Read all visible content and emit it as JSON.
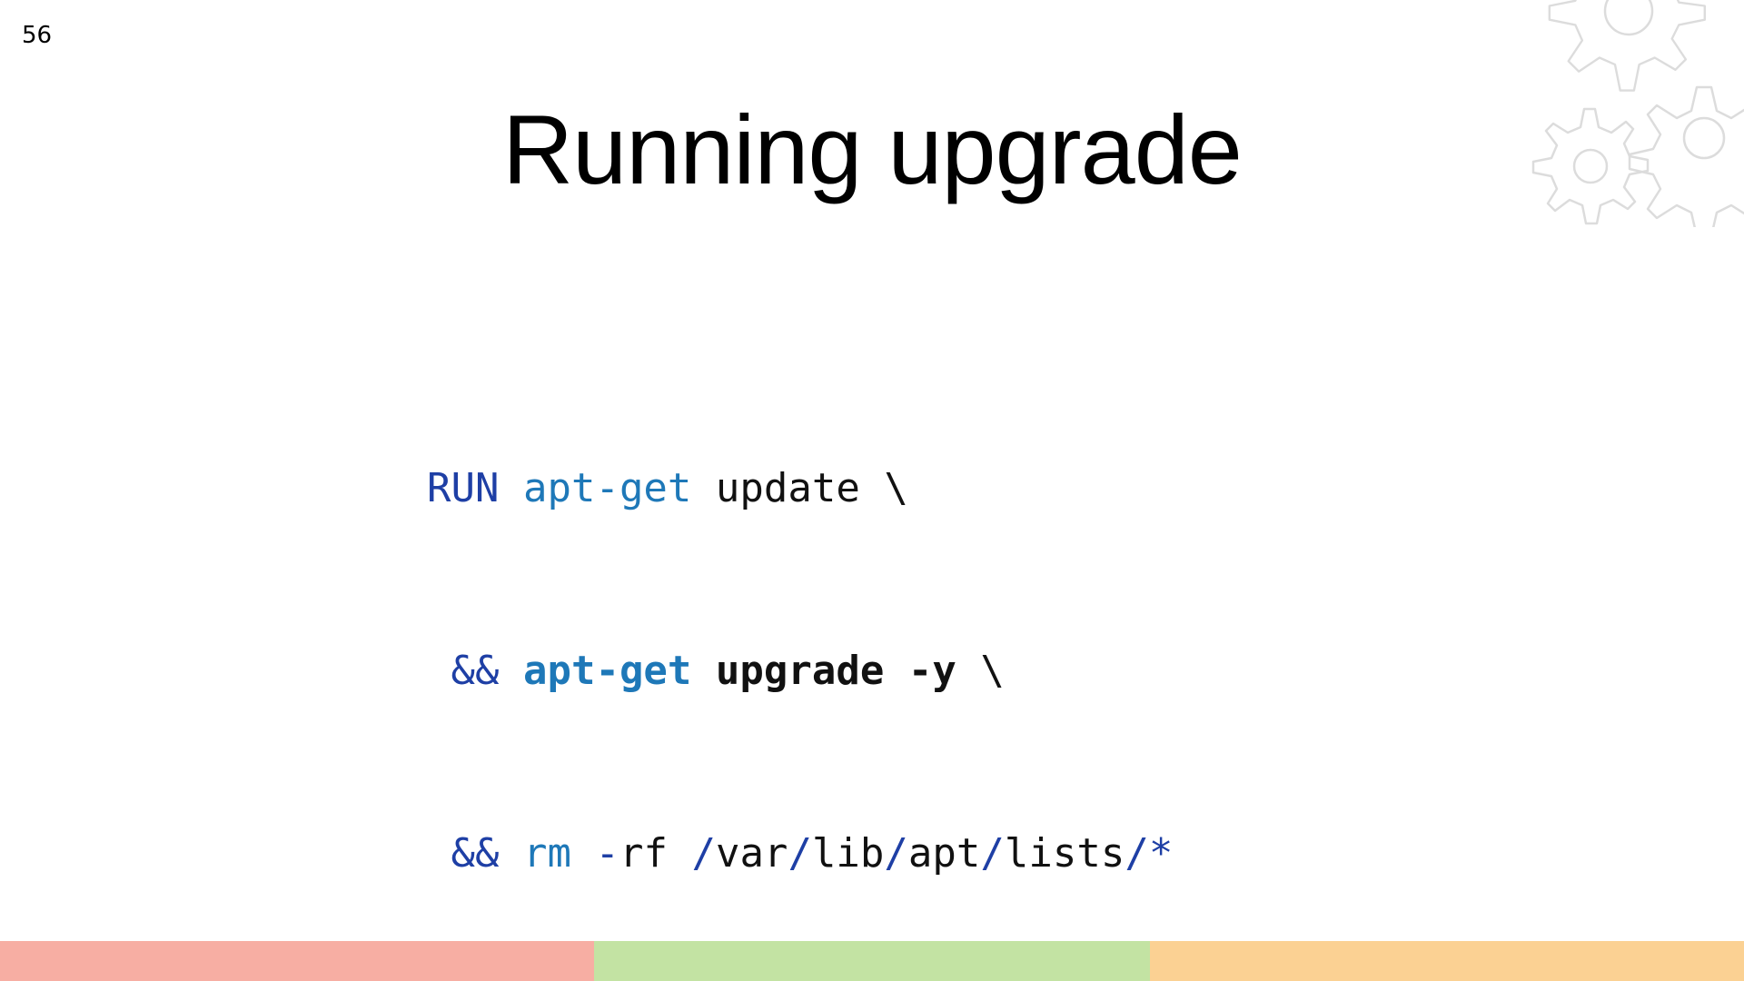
{
  "slide": {
    "number": "56",
    "title": "Running upgrade"
  },
  "code": {
    "line1": {
      "kw": "RUN",
      "cmd": "apt-get",
      "arg": "update",
      "cont": "\\"
    },
    "line2": {
      "op": "&&",
      "cmd": "apt-get",
      "arg": "upgrade -y",
      "cont": "\\"
    },
    "line3": {
      "op": "&&",
      "cmd": "rm",
      "flag_dash": "-",
      "flag": "rf",
      "path": [
        {
          "sep": "/",
          "seg": "var"
        },
        {
          "sep": "/",
          "seg": "lib"
        },
        {
          "sep": "/",
          "seg": "apt"
        },
        {
          "sep": "/",
          "seg": "lists"
        },
        {
          "sep": "/",
          "seg": "*"
        }
      ]
    }
  },
  "colors": {
    "keyword": "#1e3fa5",
    "command": "#1e78b8",
    "footer_red": "#f7aea3",
    "footer_green": "#c3e3a3",
    "footer_orange": "#fbd193",
    "gear_outline": "#dcdcdc"
  },
  "icons": {
    "decoration": "gears-icon"
  }
}
